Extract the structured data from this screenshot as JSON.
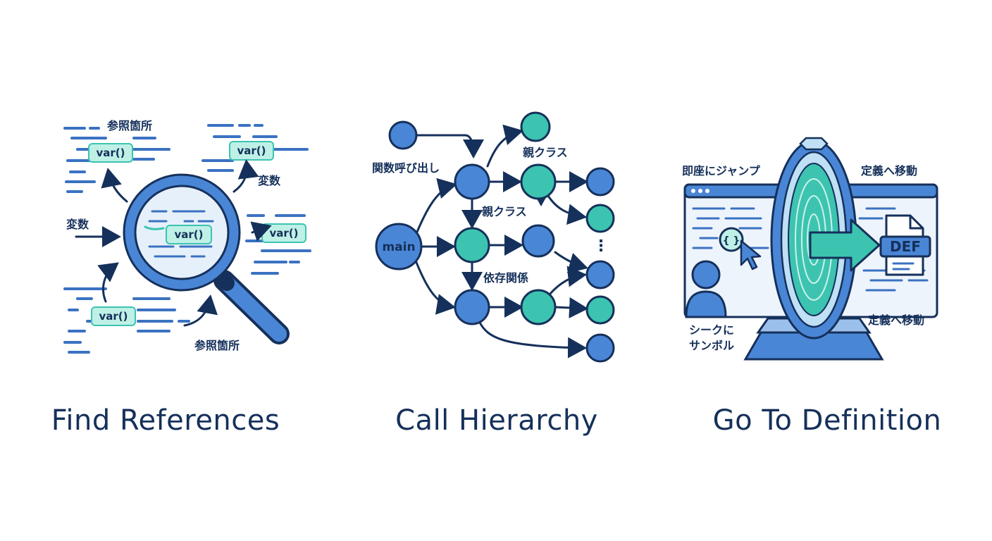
{
  "colors": {
    "navy": "#15305a",
    "blue": "#4a86d6",
    "teal": "#3cc4b0",
    "light_teal": "#bff0e6",
    "light_blue": "#dbe8f8",
    "dash_blue": "#3a72c2"
  },
  "find_references": {
    "title": "Find References",
    "label_ref_top": "参照箇所",
    "label_ref_bottom": "参照箇所",
    "label_var_left": "変数",
    "label_var_right": "変数",
    "code_tag": "var()",
    "icon": "magnifier-icon"
  },
  "call_hierarchy": {
    "title": "Call Hierarchy",
    "label_function_call": "関数呼び出し",
    "label_parent_class_top": "親クラス",
    "label_parent_class_mid": "親クラス",
    "label_dependency": "依存関係",
    "root_node": "main",
    "ellipsis": "⋮"
  },
  "go_to_definition": {
    "title": "Go To Definition",
    "label_jump": "即座にジャンプ",
    "label_move_top": "定義へ移動",
    "label_move_bottom": "定義へ移動",
    "label_seek_line1": "シークに",
    "label_seek_line2": "サンボル",
    "doc_badge": "DEF",
    "symbol_glyph": "{ }",
    "icon_portal": "portal-icon",
    "icon_user": "user-icon",
    "icon_cursor": "cursor-icon",
    "icon_document": "document-icon"
  }
}
